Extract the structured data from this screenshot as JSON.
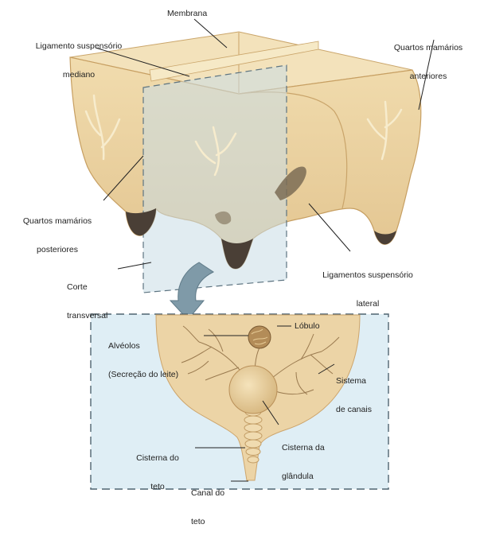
{
  "labels": {
    "membrana": "Membrana",
    "ligamento_mediano_1": "Ligamento suspensório",
    "ligamento_mediano_2": "mediano",
    "quartos_anteriores_1": "Quartos mamários",
    "quartos_anteriores_2": "anteriores",
    "quartos_posteriores_1": "Quartos mamários",
    "quartos_posteriores_2": "posteriores",
    "corte_1": "Corte",
    "corte_2": "transversal",
    "ligamentos_lateral_1": "Ligamentos suspensório",
    "ligamentos_lateral_2": "lateral",
    "alveolos_1": "Alvéolos",
    "alveolos_2": "(Secreção do leite)",
    "lobulo": "Lóbulo",
    "sistema_1": "Sistema",
    "sistema_2": "de canais",
    "cisterna_teto_1": "Cisterna do",
    "cisterna_teto_2": "teto",
    "cisterna_glandula_1": "Cisterna da",
    "cisterna_glandula_2": "glândula",
    "canal_1": "Canal do",
    "canal_2": "teto"
  },
  "colors": {
    "udder_fill": "#ead1a2",
    "udder_shade": "#cfae74",
    "teat_dark": "#4a3f36",
    "section_plane": "#c9dde6",
    "inset_bg": "#dfeef5",
    "arrow": "#7f9aa8"
  }
}
